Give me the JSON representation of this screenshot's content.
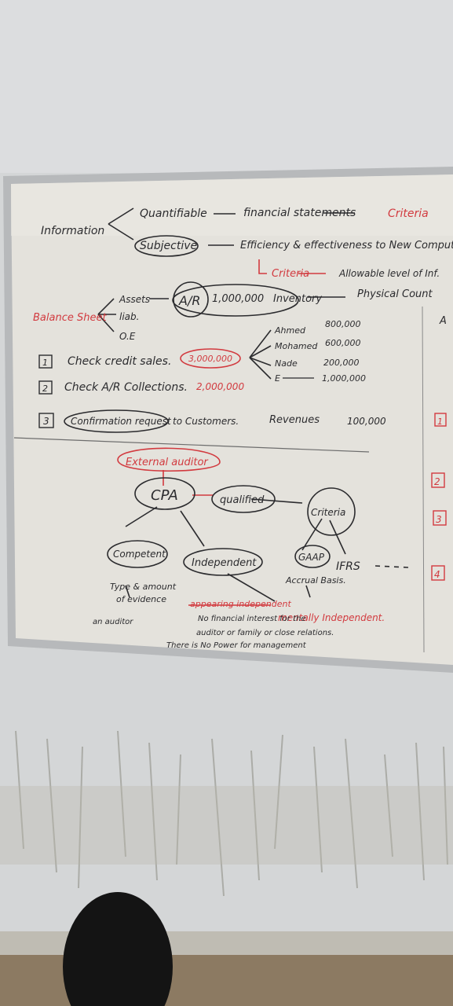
{
  "whiteboard": {
    "information": "Information",
    "quantifiable": "Quantifiable",
    "subjective": "Subjective",
    "financial_statements": "financial statements",
    "criteria_top": "Criteria",
    "efficiency": "Efficiency & effectiveness to New Computer",
    "criteria_2": "Criteria",
    "allowable": "Allowable level of Inf.",
    "balance_sheet": "Balance Sheet",
    "assets": "Assets",
    "liab": "liab.",
    "oe": "O.E",
    "air": "A/R",
    "amount_air": "1,000,000",
    "inventory": "Inventory",
    "physical_count": "Physical Count",
    "ahmed": "Ahmed",
    "ahmed_val": "800,000",
    "mohamed": "Mohamed",
    "mohamed_val": "600,000",
    "nade": "Nade",
    "nade_val": "200,000",
    "e": "E",
    "e_val": "1,000,000",
    "n1": "1",
    "check_credit": "Check credit sales.",
    "credit_amount": "3,000,000",
    "n2": "2",
    "check_collections": "Check A/R Collections.",
    "coll_amount": "2,000,000",
    "n3": "3",
    "confirmation": "Confirmation request",
    "to_customers": "to Customers.",
    "revenues": "Revenues",
    "revenues_val": "100,000",
    "external_auditor": "External auditor",
    "cpa": "CPA",
    "qualified": "qualified",
    "criteria_3": "Criteria",
    "competent": "Competent",
    "independent": "Independent",
    "gaap": "GAAP",
    "ifrs": "IFRS",
    "accrual": "Accrual Basis.",
    "type_amount": "Type & amount",
    "of_evidence": "of evidence",
    "appearing": "appearing independent",
    "mentally": "mentally Independent.",
    "no_financial": "No financial interest for the",
    "auditor_family": "auditor or family or close relations.",
    "no_power": "There is No Power for management",
    "an_auditor": "an auditor",
    "side_a": "A",
    "side_1": "1",
    "side_2": "2",
    "side_3": "3",
    "side_4": "4"
  }
}
